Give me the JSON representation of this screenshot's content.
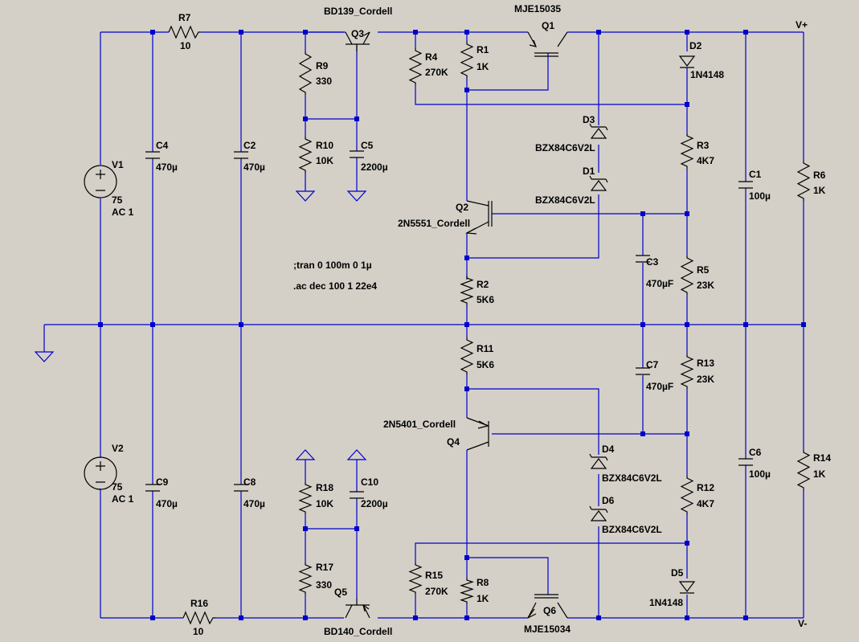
{
  "schematic": {
    "directives": [
      ";tran 0 100m 0 1µ",
      ".ac dec 100 1 22e4"
    ],
    "nets": [
      "V+",
      "V-"
    ],
    "sources": [
      {
        "ref": "V1",
        "value": "75",
        "spec": "AC 1"
      },
      {
        "ref": "V2",
        "value": "75",
        "spec": "AC 1"
      }
    ],
    "resistors": [
      {
        "ref": "R7",
        "value": "10"
      },
      {
        "ref": "R9",
        "value": "330"
      },
      {
        "ref": "R10",
        "value": "10K"
      },
      {
        "ref": "R4",
        "value": "270K"
      },
      {
        "ref": "R1",
        "value": "1K"
      },
      {
        "ref": "R3",
        "value": "4K7"
      },
      {
        "ref": "R6",
        "value": "1K"
      },
      {
        "ref": "R2",
        "value": "5K6"
      },
      {
        "ref": "R5",
        "value": "23K"
      },
      {
        "ref": "R11",
        "value": "5K6"
      },
      {
        "ref": "R13",
        "value": "23K"
      },
      {
        "ref": "R14",
        "value": "1K"
      },
      {
        "ref": "R18",
        "value": "10K"
      },
      {
        "ref": "R12",
        "value": "4K7"
      },
      {
        "ref": "R17",
        "value": "330"
      },
      {
        "ref": "R15",
        "value": "270K"
      },
      {
        "ref": "R8",
        "value": "1K"
      },
      {
        "ref": "R16",
        "value": "10"
      }
    ],
    "capacitors": [
      {
        "ref": "C4",
        "value": "470µ"
      },
      {
        "ref": "C2",
        "value": "470µ"
      },
      {
        "ref": "C5",
        "value": "2200µ"
      },
      {
        "ref": "C1",
        "value": "100µ"
      },
      {
        "ref": "C3",
        "value": "470µF"
      },
      {
        "ref": "C7",
        "value": "470µF"
      },
      {
        "ref": "C6",
        "value": "100µ"
      },
      {
        "ref": "C9",
        "value": "470µ"
      },
      {
        "ref": "C8",
        "value": "470µ"
      },
      {
        "ref": "C10",
        "value": "2200µ"
      }
    ],
    "transistors": [
      {
        "ref": "Q3",
        "model": "BD139_Cordell"
      },
      {
        "ref": "Q1",
        "model": "MJE15035"
      },
      {
        "ref": "Q2",
        "model": "2N5551_Cordell"
      },
      {
        "ref": "Q4",
        "model": "2N5401_Cordell"
      },
      {
        "ref": "Q5",
        "model": "BD140_Cordell"
      },
      {
        "ref": "Q6",
        "model": "MJE15034"
      }
    ],
    "diodes": [
      {
        "ref": "D2",
        "model": "1N4148"
      },
      {
        "ref": "D3",
        "model": "BZX84C6V2L"
      },
      {
        "ref": "D1",
        "model": "BZX84C6V2L"
      },
      {
        "ref": "D4",
        "model": "BZX84C6V2L"
      },
      {
        "ref": "D6",
        "model": "BZX84C6V2L"
      },
      {
        "ref": "D5",
        "model": "1N4148"
      }
    ]
  }
}
